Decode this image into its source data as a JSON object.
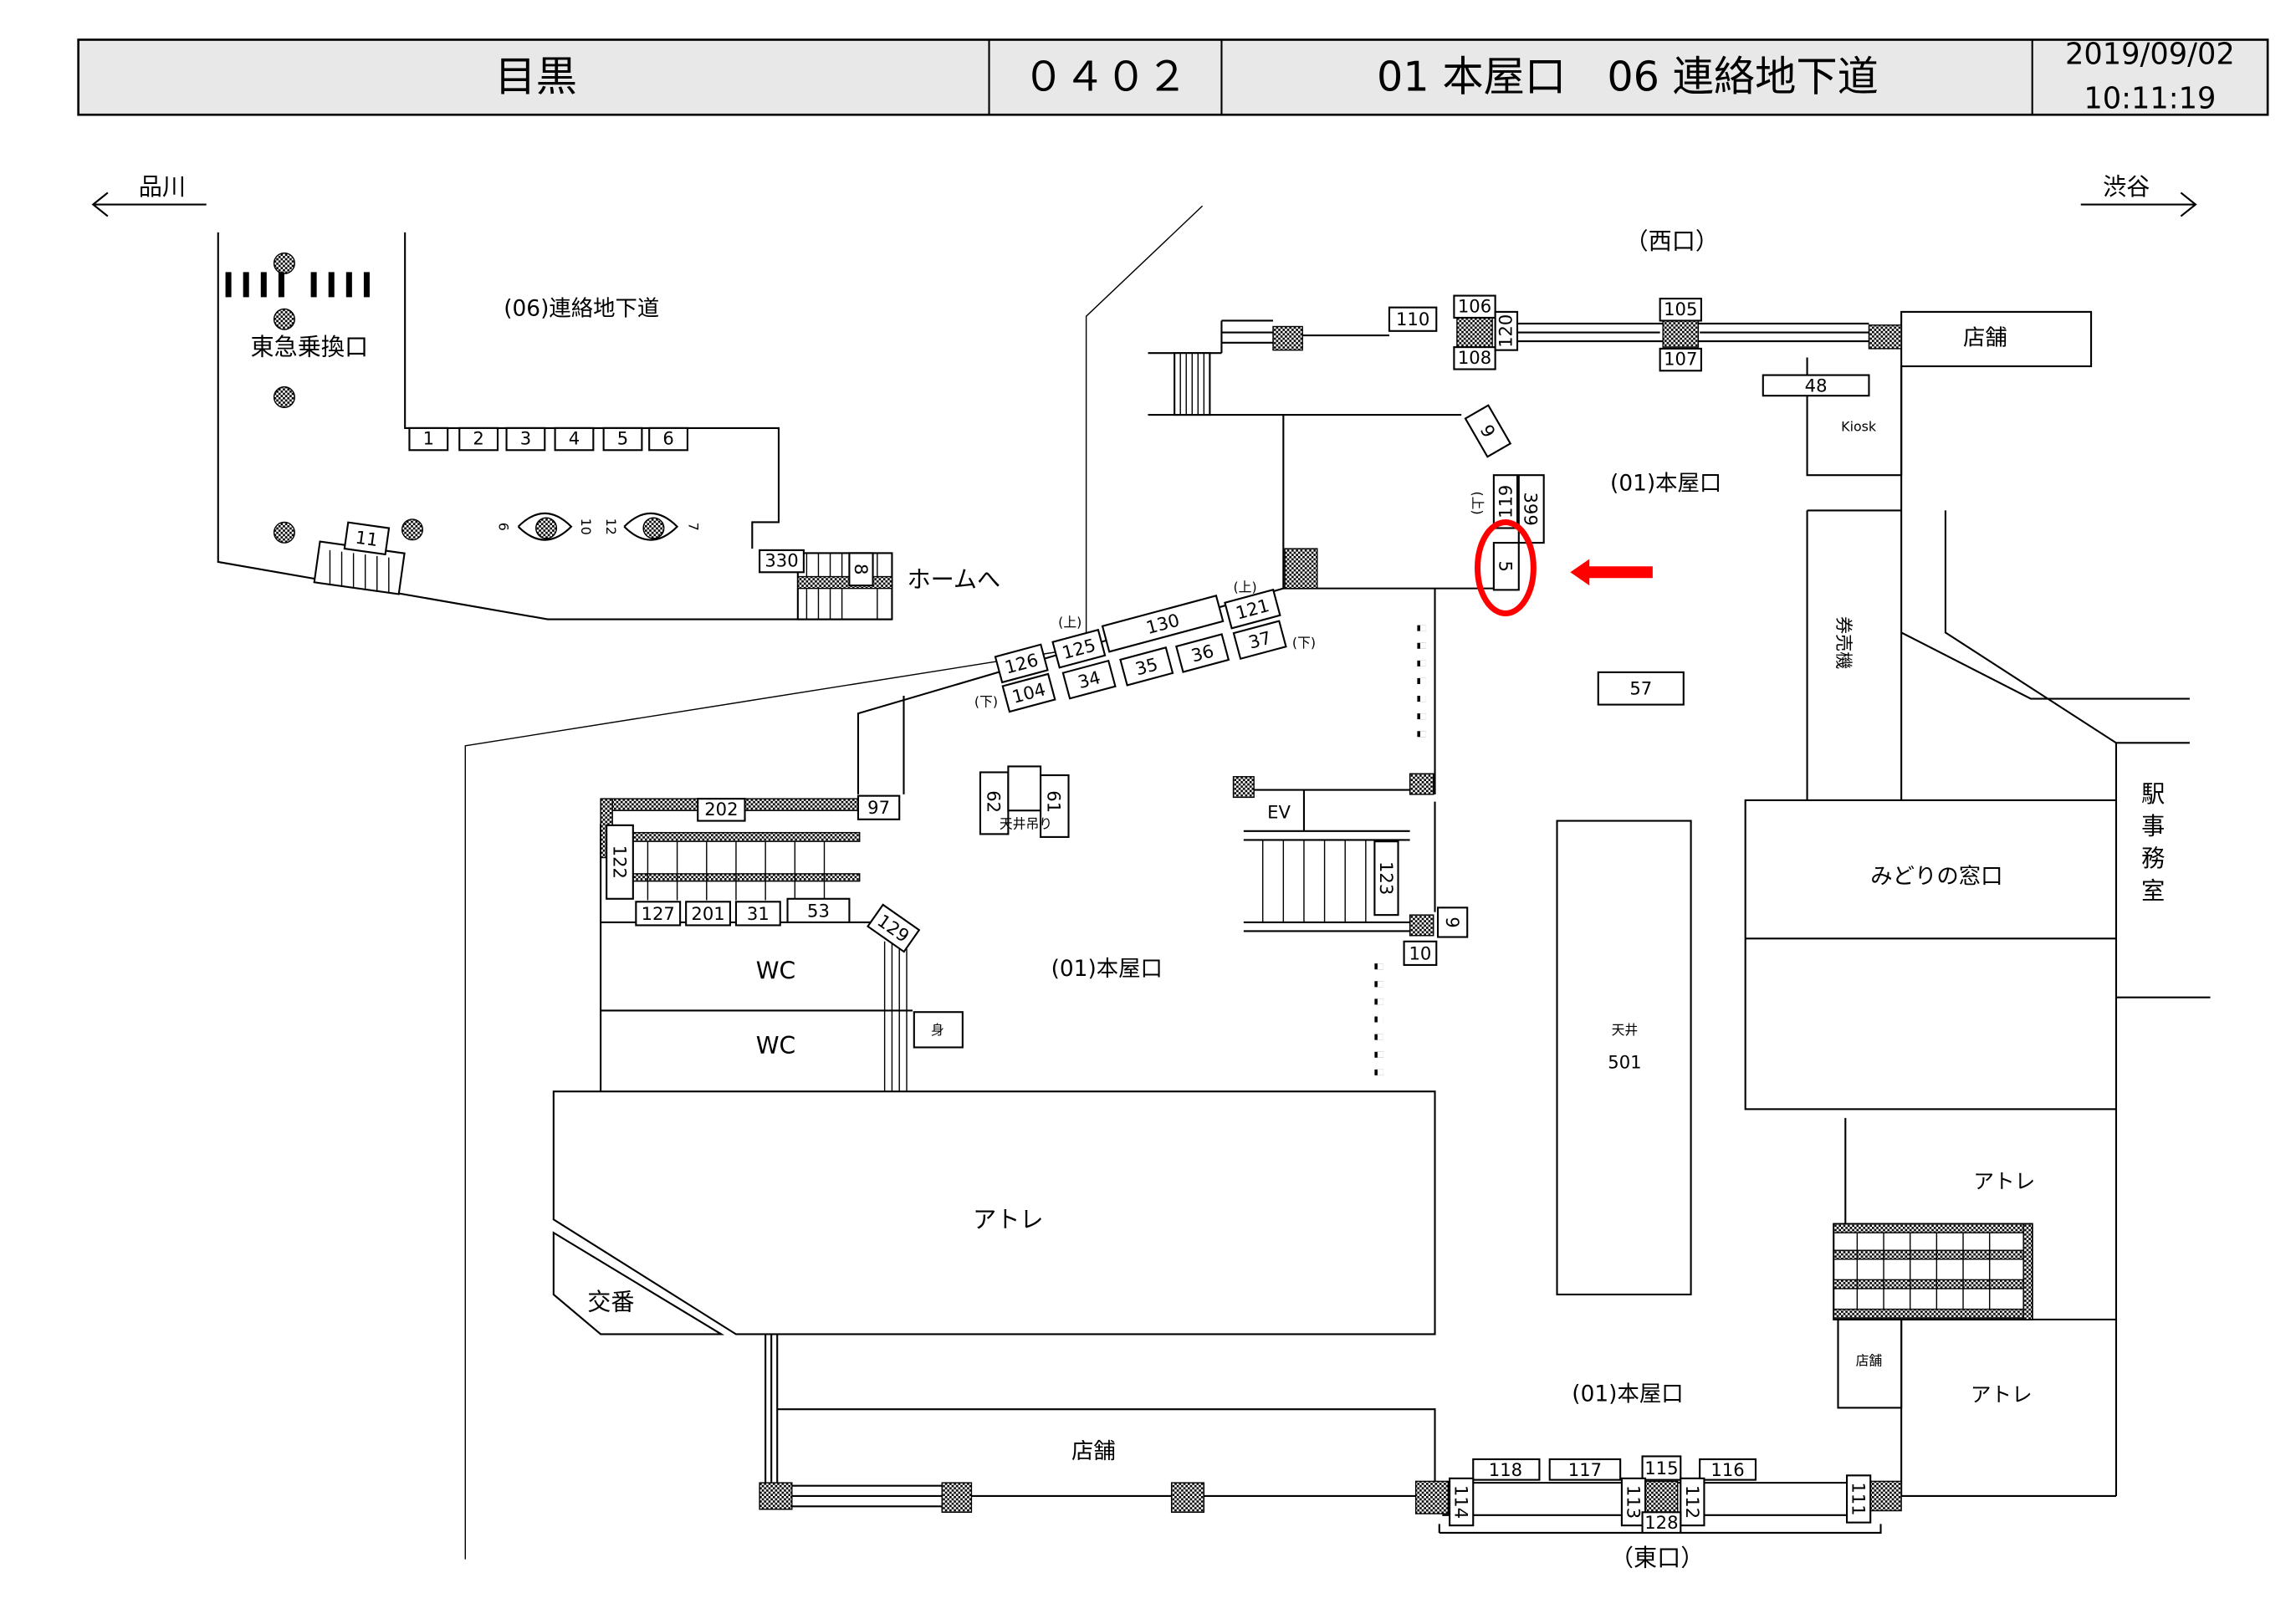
{
  "header": {
    "station_name": "目黒",
    "station_code": "０４０２",
    "exits": "01 本屋口　06 連絡地下道",
    "date": "2019/09/02",
    "time": "10:11:19"
  },
  "directions": {
    "left": "品川",
    "right": "渋谷"
  },
  "areas": {
    "west_exit": "（西口）",
    "east_exit": "（東口）",
    "underpass": "(06)連絡地下道",
    "tokyu_transfer": "東急乗換口",
    "to_platform": "ホームへ",
    "main_exit_north": "(01)本屋口",
    "main_exit_center": "(01)本屋口",
    "main_exit_south": "(01)本屋口",
    "ticket_machines": "券売機",
    "kiosk": "Kiosk",
    "shop_ne": "店舗",
    "midori": "みどりの窓口",
    "station_office": "駅事務室",
    "wc1": "WC",
    "wc2": "WC",
    "atre_main": "アトレ",
    "koban": "交番",
    "ceiling": "天井",
    "ceiling_no": "501",
    "atre_east1": "アトレ",
    "shop_small": "店舗",
    "atre_east2": "アトレ",
    "shop_south": "店舗",
    "ev": "EV",
    "ceiling_hang": "天井吊り",
    "mi": "身",
    "up": "(上)",
    "down": "(下)"
  },
  "ad_spots": [
    "1",
    "2",
    "3",
    "4",
    "5",
    "6",
    "11",
    "330",
    "8",
    "110",
    "106",
    "108",
    "120",
    "105",
    "107",
    "48",
    "9",
    "119",
    "399",
    "5",
    "121",
    "130",
    "125",
    "126",
    "37",
    "36",
    "35",
    "34",
    "104",
    "57",
    "97",
    "202",
    "122",
    "127",
    "201",
    "31",
    "53",
    "129",
    "62",
    "61",
    "123",
    "9",
    "10",
    "118",
    "117",
    "115",
    "116",
    "114",
    "113",
    "112",
    "111",
    "128"
  ],
  "turnstile_nums": [
    "6",
    "10",
    "12",
    "7"
  ],
  "highlight": {
    "spot": "5",
    "color": "#ff0000"
  }
}
